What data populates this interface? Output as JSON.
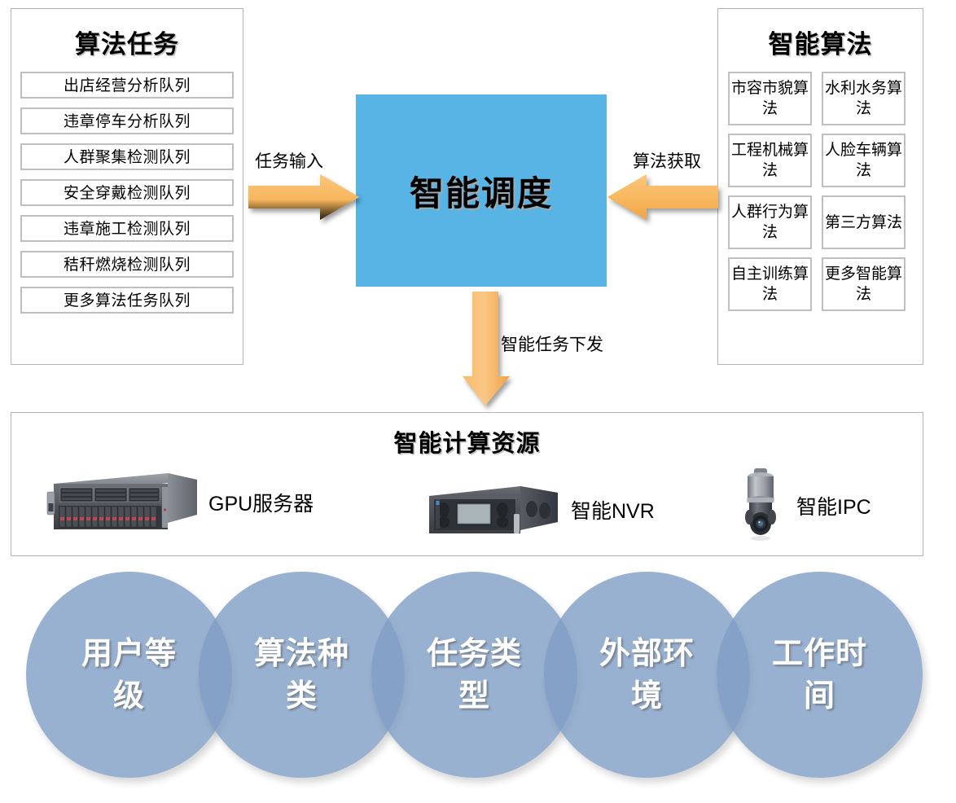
{
  "tasks_panel": {
    "title": "算法任务",
    "items": [
      "出店经营分析队列",
      "违章停车分析队列",
      "人群聚集检测队列",
      "安全穿戴检测队列",
      "违章施工检测队列",
      "秸秆燃烧检测队列",
      "更多算法任务队列"
    ]
  },
  "algorithms_panel": {
    "title": "智能算法",
    "items": [
      "市容市貌算法",
      "水利水务算法",
      "工程机械算法",
      "人脸车辆算法",
      "人群行为算法",
      "第三方算法",
      "自主训练算法",
      "更多智能算法"
    ]
  },
  "scheduler": {
    "label": "智能调度",
    "color": "#58b4e4"
  },
  "arrows": {
    "input_label": "任务输入",
    "fetch_label": "算法获取",
    "dispatch_label": "智能任务下发",
    "color": "#f5b14d"
  },
  "resources_panel": {
    "title": "智能计算资源",
    "devices": [
      {
        "label": "GPU服务器",
        "icon": "rack-server-icon"
      },
      {
        "label": "智能NVR",
        "icon": "nvr-icon"
      },
      {
        "label": "智能IPC",
        "icon": "ptz-camera-icon"
      }
    ]
  },
  "factors": {
    "color": "#809dc4",
    "items": [
      "用户等级",
      "算法种类",
      "任务类型",
      "外部环境",
      "工作时间"
    ]
  }
}
